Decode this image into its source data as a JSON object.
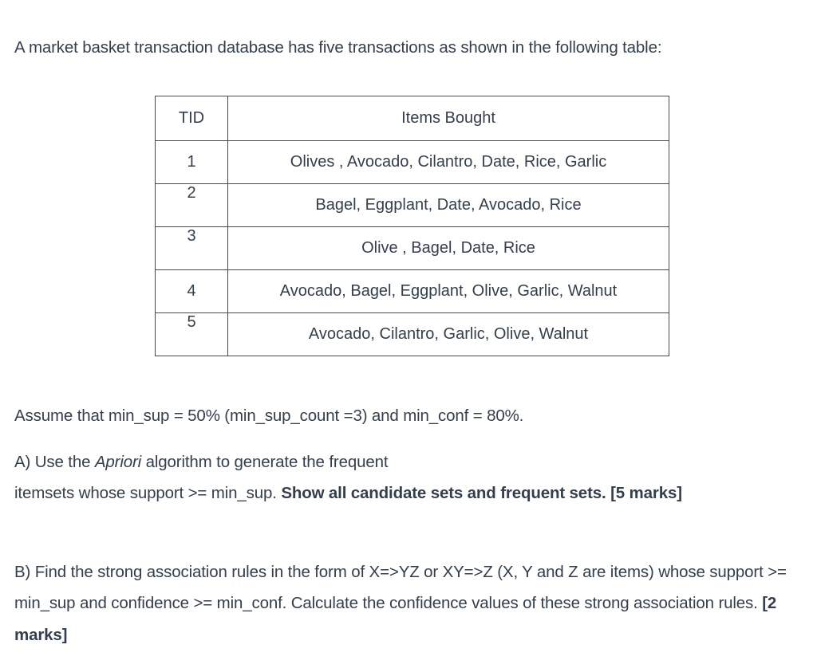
{
  "document": {
    "intro": {
      "text": "A market basket transaction database has five transactions as shown in the following table:"
    },
    "table": {
      "headers": {
        "tid": "TID",
        "items": "Items Bought"
      },
      "rows": [
        {
          "tid": "1",
          "items": "Olives , Avocado, Cilantro, Date, Rice, Garlic"
        },
        {
          "tid": "2",
          "items": "Bagel, Eggplant, Date, Avocado, Rice"
        },
        {
          "tid": "3",
          "items": "Olive , Bagel, Date, Rice"
        },
        {
          "tid": "4",
          "items": "Avocado, Bagel, Eggplant, Olive, Garlic, Walnut"
        },
        {
          "tid": "5",
          "items": "Avocado, Cilantro, Garlic, Olive, Walnut"
        }
      ]
    },
    "assume": {
      "text": "Assume that min_sup = 50% (min_sup_count =3) and min_conf = 80%."
    },
    "question_a": {
      "part1": "A) Use the ",
      "emphasis": "Apriori",
      "part2": " algorithm to generate the frequent\nitemsets whose support >= min_sup. ",
      "bold": "Show all candidate sets and frequent sets. [5 marks]"
    },
    "question_b": {
      "part1": "B) Find the strong association rules in the form of X=>YZ or XY=>Z (X, Y and Z are items) whose support >= min_sup and confidence >= min_conf. Calculate the confidence values of these strong association rules. ",
      "bold": "[2 marks]"
    },
    "colors": {
      "text": "#333f4e",
      "border": "#444c56",
      "background": "#ffffff"
    }
  }
}
